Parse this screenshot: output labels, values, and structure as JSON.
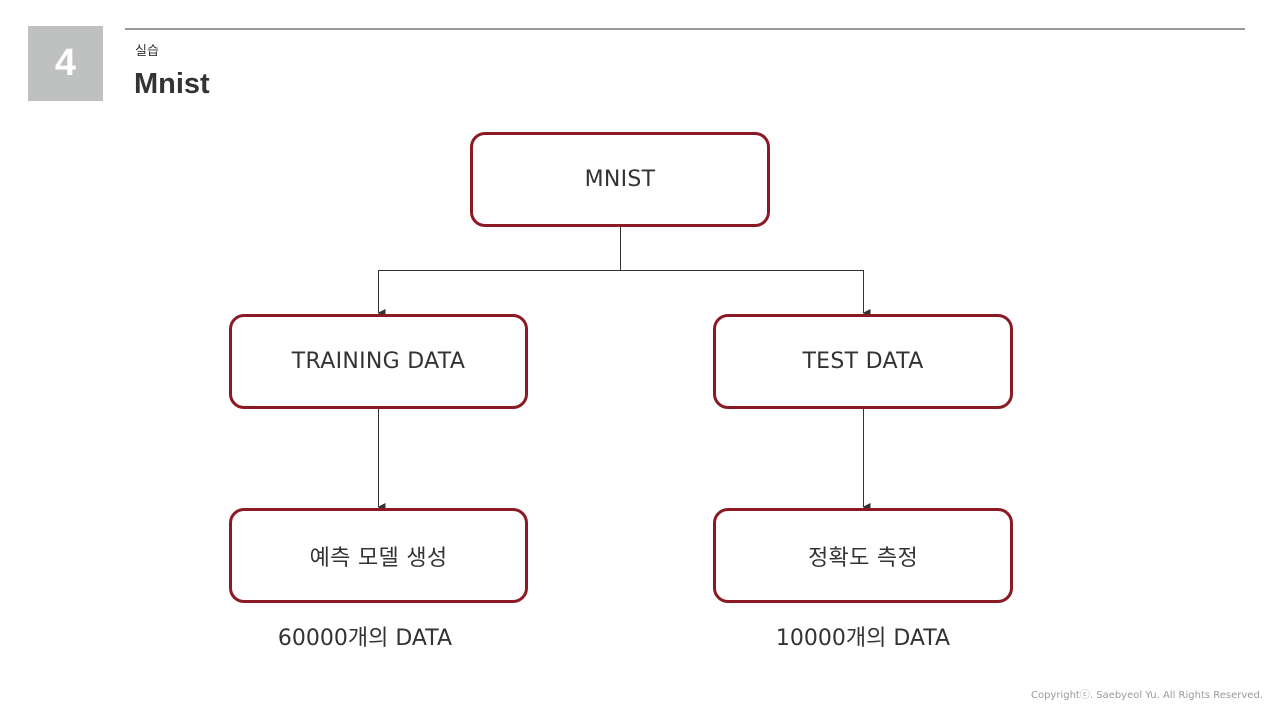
{
  "header": {
    "section_number": "4",
    "subtitle": "실습",
    "title": "Mnist"
  },
  "diagram": {
    "root": "MNIST",
    "training": "TRAINING DATA",
    "test": "TEST DATA",
    "training_result": "예측 모델 생성",
    "test_result": "정확도 측정",
    "training_caption": "60000개의 DATA",
    "test_caption": "10000개의 DATA"
  },
  "footer": {
    "copyright": "Copyrightⓒ. Saebyeol Yu. All Rights Reserved."
  },
  "colors": {
    "node_border": "#8b1a24",
    "badge_bg": "#bfc1c1",
    "connector": "#333333"
  }
}
